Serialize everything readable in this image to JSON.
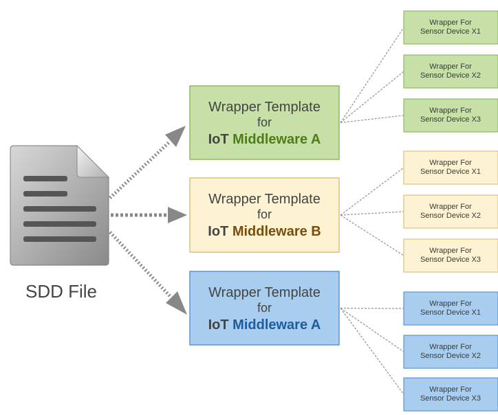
{
  "source": {
    "label": "SDD File",
    "icon": "document-icon"
  },
  "templates": [
    {
      "line1": "Wrapper Template",
      "line2": "for",
      "iot_prefix": "IoT ",
      "name": "Middleware A",
      "fill": "#c6e0a8",
      "border": "#8dbb5a",
      "name_color": "#4f7c18",
      "wrappers": [
        {
          "line1": "Wrapper For",
          "line2": "Sensor Device X1"
        },
        {
          "line1": "Wrapper For",
          "line2": "Sensor Device X2"
        },
        {
          "line1": "Wrapper For",
          "line2": "Sensor Device X3"
        }
      ]
    },
    {
      "line1": "Wrapper Template",
      "line2": "for",
      "iot_prefix": "IoT ",
      "name": "Middleware B",
      "fill": "#fdf3d2",
      "border": "#d9c27b",
      "name_color": "#7a4d0c",
      "wrappers": [
        {
          "line1": "Wrapper For",
          "line2": "Sensor Device X1"
        },
        {
          "line1": "Wrapper For",
          "line2": "Sensor Device X2"
        },
        {
          "line1": "Wrapper For",
          "line2": "Sensor Device X3"
        }
      ]
    },
    {
      "line1": "Wrapper Template",
      "line2": "for",
      "iot_prefix": "IoT ",
      "name": "Middleware A",
      "fill": "#a8cdee",
      "border": "#5a96cf",
      "name_color": "#1f5c9e",
      "wrappers": [
        {
          "line1": "Wrapper For",
          "line2": "Sensor Device X1"
        },
        {
          "line1": "Wrapper For",
          "line2": "Sensor Device X2"
        },
        {
          "line1": "Wrapper For",
          "line2": "Sensor Device X3"
        }
      ]
    }
  ],
  "colors": {
    "text": "#444444",
    "arrow": "#888888",
    "connector": "#9a9a9a"
  }
}
